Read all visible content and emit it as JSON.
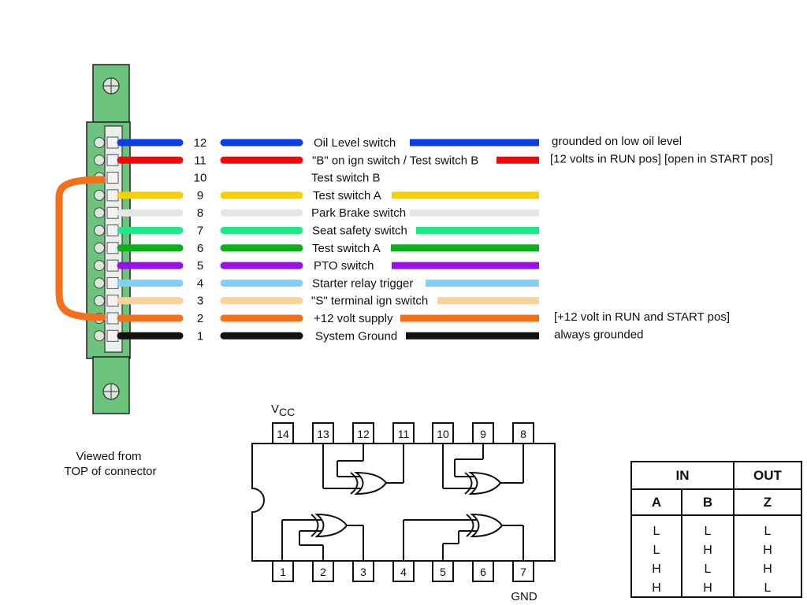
{
  "connector": {
    "caption_line1": "Viewed from",
    "caption_line2": "TOP of connector",
    "wires": [
      {
        "pin": "12",
        "color": "#0a3ee6",
        "label": "Oil Level switch",
        "note": "grounded on low oil level"
      },
      {
        "pin": "11",
        "color": "#f00a0a",
        "label": "\"B\" on ign switch / Test switch B",
        "note": "[12 volts in RUN pos]   [open in START pos]"
      },
      {
        "pin": "10",
        "color": "",
        "label": "Test switch B",
        "note": ""
      },
      {
        "pin": "9",
        "color": "#f7d000",
        "label": "Test switch A",
        "note": ""
      },
      {
        "pin": "8",
        "color": "#e6e6e6",
        "label": "Park Brake switch",
        "note": ""
      },
      {
        "pin": "7",
        "color": "#22e68a",
        "label": "Seat safety switch",
        "note": ""
      },
      {
        "pin": "6",
        "color": "#0fae1e",
        "label": "Test switch A",
        "note": ""
      },
      {
        "pin": "5",
        "color": "#9b10e8",
        "label": "PTO switch",
        "note": ""
      },
      {
        "pin": "4",
        "color": "#80cff5",
        "label": "Starter relay trigger",
        "note": ""
      },
      {
        "pin": "3",
        "color": "#fdd19a",
        "label": "\"S\" terminal ign switch",
        "note": ""
      },
      {
        "pin": "2",
        "color": "#f2701a",
        "label": "+12 volt supply",
        "note": "[+12 volt in RUN and START pos]"
      },
      {
        "pin": "1",
        "color": "#111111",
        "label": "System Ground",
        "note": "always grounded"
      }
    ],
    "jumper_color": "#f2701a",
    "body_color": "#6cc47c"
  },
  "ic": {
    "vcc_label": "V",
    "vcc_sub": "CC",
    "gnd_label": "GND",
    "top_pins": [
      "14",
      "13",
      "12",
      "11",
      "10",
      "9",
      "8"
    ],
    "bottom_pins": [
      "1",
      "2",
      "3",
      "4",
      "5",
      "6",
      "7"
    ]
  },
  "truth_table": {
    "in_header": "IN",
    "out_header": "OUT",
    "col_a": "A",
    "col_b": "B",
    "col_z": "Z",
    "rows": [
      [
        "L",
        "L",
        "L"
      ],
      [
        "L",
        "H",
        "H"
      ],
      [
        "H",
        "L",
        "H"
      ],
      [
        "H",
        "H",
        "L"
      ]
    ]
  }
}
